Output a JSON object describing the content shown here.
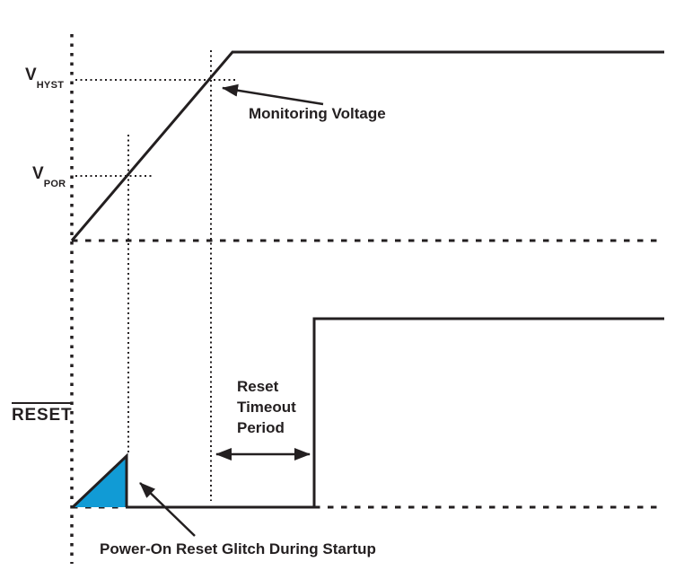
{
  "colors": {
    "ink": "#231f20",
    "glitch_fill": "#119bd5",
    "background": "#ffffff"
  },
  "labels": {
    "v_hyst": {
      "base": "V",
      "sub": "HYST"
    },
    "v_por": {
      "base": "V",
      "sub": "POR"
    },
    "reset": "RESET"
  },
  "annotations": {
    "monitoring_voltage": "Monitoring Voltage",
    "reset_timeout": {
      "lines": [
        "Reset",
        "Timeout",
        "Period"
      ]
    },
    "por_glitch": "Power-On Reset Glitch During Startup"
  }
}
